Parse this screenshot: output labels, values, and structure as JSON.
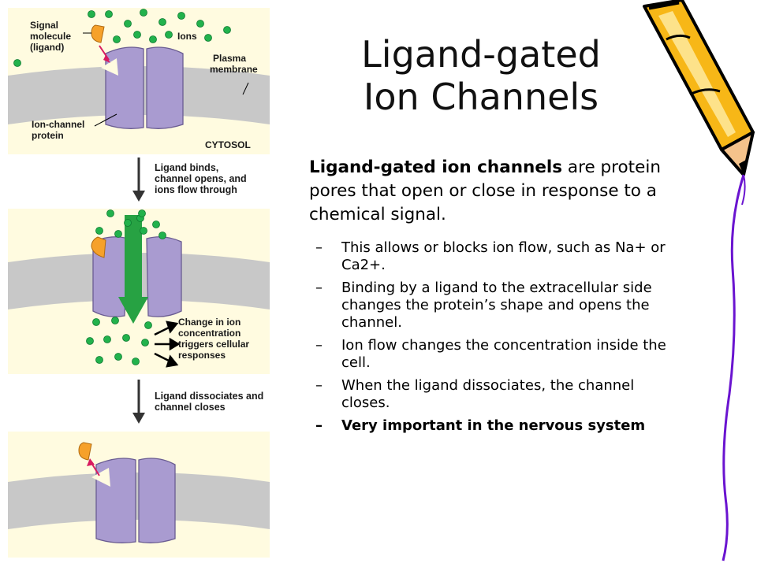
{
  "slide": {
    "title_line1": "Ligand-gated",
    "title_line2": "Ion Channels",
    "intro": {
      "bold": "Ligand-gated ion channels",
      "rest": " are protein pores that open or close in response to a chemical signal."
    },
    "bullet_marker": "–",
    "bullets": [
      "This allows or blocks ion flow, such as Na+ or Ca2+.",
      "Binding by a ligand to the extracellular side changes the protein’s shape and opens the channel.",
      "Ion flow changes the concentration inside the cell.",
      "When the ligand dissociates, the channel closes.",
      "Very important in the nervous system"
    ]
  },
  "diagram": {
    "panel1": {
      "signal_line1": "Signal",
      "signal_line2": "molecule",
      "signal_line3": "(ligand)",
      "ions": "Ions",
      "plasma_line1": "Plasma",
      "plasma_line2": "membrane",
      "protein_line1": "Ion-channel",
      "protein_line2": "protein",
      "cytosol": "CYTOSOL"
    },
    "step1_line1": "Ligand binds,",
    "step1_line2": "channel opens, and",
    "step1_line3": "ions flow through",
    "panel2": {
      "change_line1": "Change in ion",
      "change_line2": "concentration",
      "change_line3": "triggers cellular",
      "change_line4": "responses"
    },
    "step2_line1": "Ligand dissociates and",
    "step2_line2": "channel closes"
  },
  "colors": {
    "panel_bg": "#fffbe0",
    "membrane": "#c8c8c8",
    "protein": "#a99bd0",
    "ion": "#22b24c",
    "ligand": "#f6a12a",
    "flow_arrow": "#27a243",
    "pencil_body": "#f7b717",
    "pencil_tip": "#f4c28b",
    "accent_line": "#6a14d0"
  }
}
